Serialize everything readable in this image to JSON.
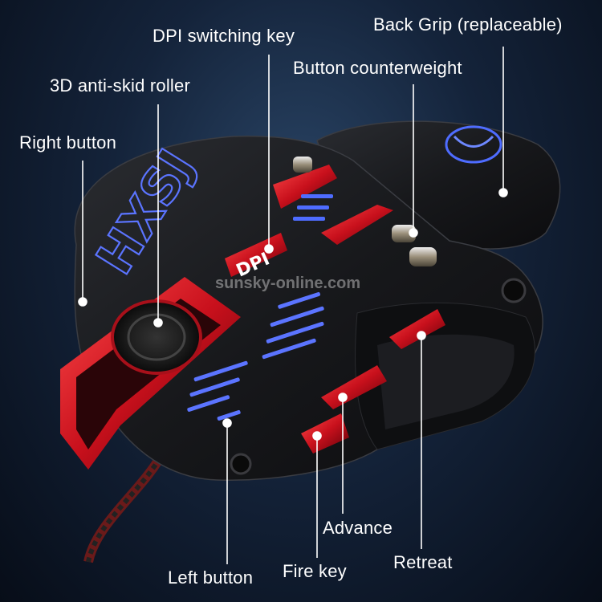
{
  "brand_logo_text": "HXSJ",
  "dpi_badge_text": "DPI",
  "watermark": "sunsky-online.com",
  "labels": {
    "dpi_switching_key": "DPI switching key",
    "back_grip": "Back Grip  (replaceable)",
    "button_counterweight": "Button counterweight",
    "anti_skid_roller": "3D anti-skid roller",
    "right_button": "Right button",
    "advance": "Advance",
    "retreat": "Retreat",
    "fire_key": "Fire key",
    "left_button": "Left button"
  },
  "colors": {
    "background": "#0b1526",
    "mouse_body": "#17181b",
    "accent_red": "#c8101c",
    "led_blue": "#4e6cff",
    "label_text": "#ffffff"
  }
}
